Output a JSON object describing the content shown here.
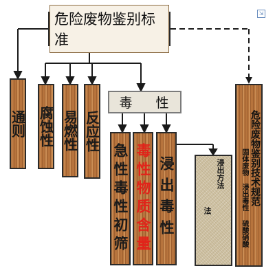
{
  "title": "危险废物鉴别标准",
  "categories": [
    "通则",
    "腐蚀性",
    "易燃性",
    "反应性"
  ],
  "toxicity": {
    "label": "毒 性",
    "items": [
      "急性毒性初筛",
      "毒性物质含量",
      "浸出毒性"
    ]
  },
  "leaching_method": [
    "浸出方法",
    "法"
  ],
  "spec": {
    "title": "危险废物鉴别技术规范",
    "lines": [
      "固体废物 浸出毒性",
      "硫酸硝酸"
    ]
  },
  "icon": "external-link-icon"
}
